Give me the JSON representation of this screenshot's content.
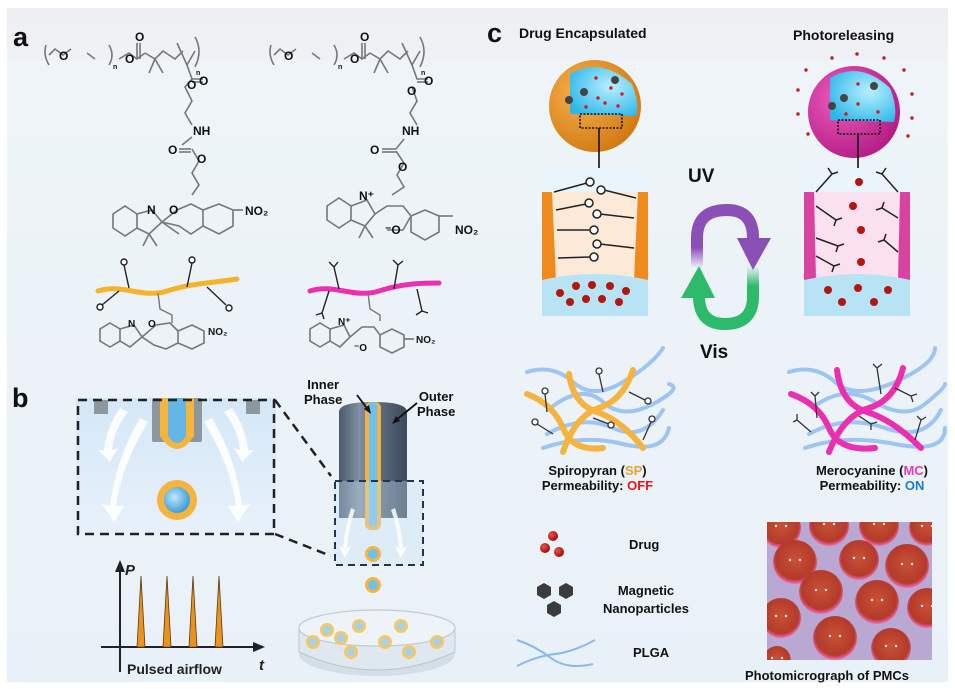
{
  "figure": {
    "panels": {
      "a": {
        "letter": "a",
        "left_structure": {
          "labels": [
            "O",
            "n",
            "O",
            "O",
            "n",
            "O",
            "O",
            "NH",
            "O",
            "O",
            "N",
            "O",
            "NO2"
          ],
          "n1": "n",
          "n2": "n",
          "nh": "NH",
          "n_atom": "N",
          "o": "O",
          "no2": "NO₂"
        },
        "right_structure": {
          "nh": "NH",
          "n_atom": "N⁺",
          "o_minus": "⁻O",
          "no2": "NO₂",
          "o": "O",
          "n": "n"
        },
        "left_polymer_color": "#f5b32c",
        "right_polymer_color": "#ec2fb0",
        "left_polymer_sub": {
          "n_atom": "N",
          "o": "O",
          "no2": "NO₂"
        },
        "right_polymer_sub": {
          "n_atom": "N⁺",
          "o_minus": "⁻O",
          "no2": "NO₂"
        }
      },
      "b": {
        "letter": "b",
        "inner_phase_label": [
          "Inner",
          "Phase"
        ],
        "outer_phase_label": [
          "Outer",
          "Phase"
        ],
        "graph": {
          "y_axis_label": "P",
          "x_axis_label": "t",
          "caption": "Pulsed airflow",
          "pulse_count": 4,
          "pulse_color": "#e8941f"
        }
      },
      "c": {
        "letter": "c",
        "left_title": "Drug Encapsulated",
        "right_title": "Photoreleasing",
        "uv_label": "UV",
        "vis_label": "Vis",
        "uv_color": "#8b4fb8",
        "vis_color": "#2dba6a",
        "left_state": {
          "name": "Spiropyran",
          "open": " (",
          "abbr": "SP",
          "close": ")",
          "perm_label": "Permeability: ",
          "perm_value": "OFF",
          "abbr_color": "#f0a030",
          "perm_color": "#e8141e"
        },
        "right_state": {
          "name": "Merocyanine",
          "open": " (",
          "abbr": "MC",
          "close": ")",
          "perm_label": "Permeability: ",
          "perm_value": "ON",
          "abbr_color": "#e040b0",
          "perm_color": "#1a7fd0"
        },
        "legend": [
          {
            "icon": "drug-icon",
            "label": "Drug"
          },
          {
            "icon": "magnetic-nanoparticles-icon",
            "label_lines": [
              "Magnetic",
              "Nanoparticles"
            ]
          },
          {
            "icon": "plga-icon",
            "label": "PLGA"
          }
        ],
        "photo_caption": "Photomicrograph of PMCs"
      }
    }
  }
}
